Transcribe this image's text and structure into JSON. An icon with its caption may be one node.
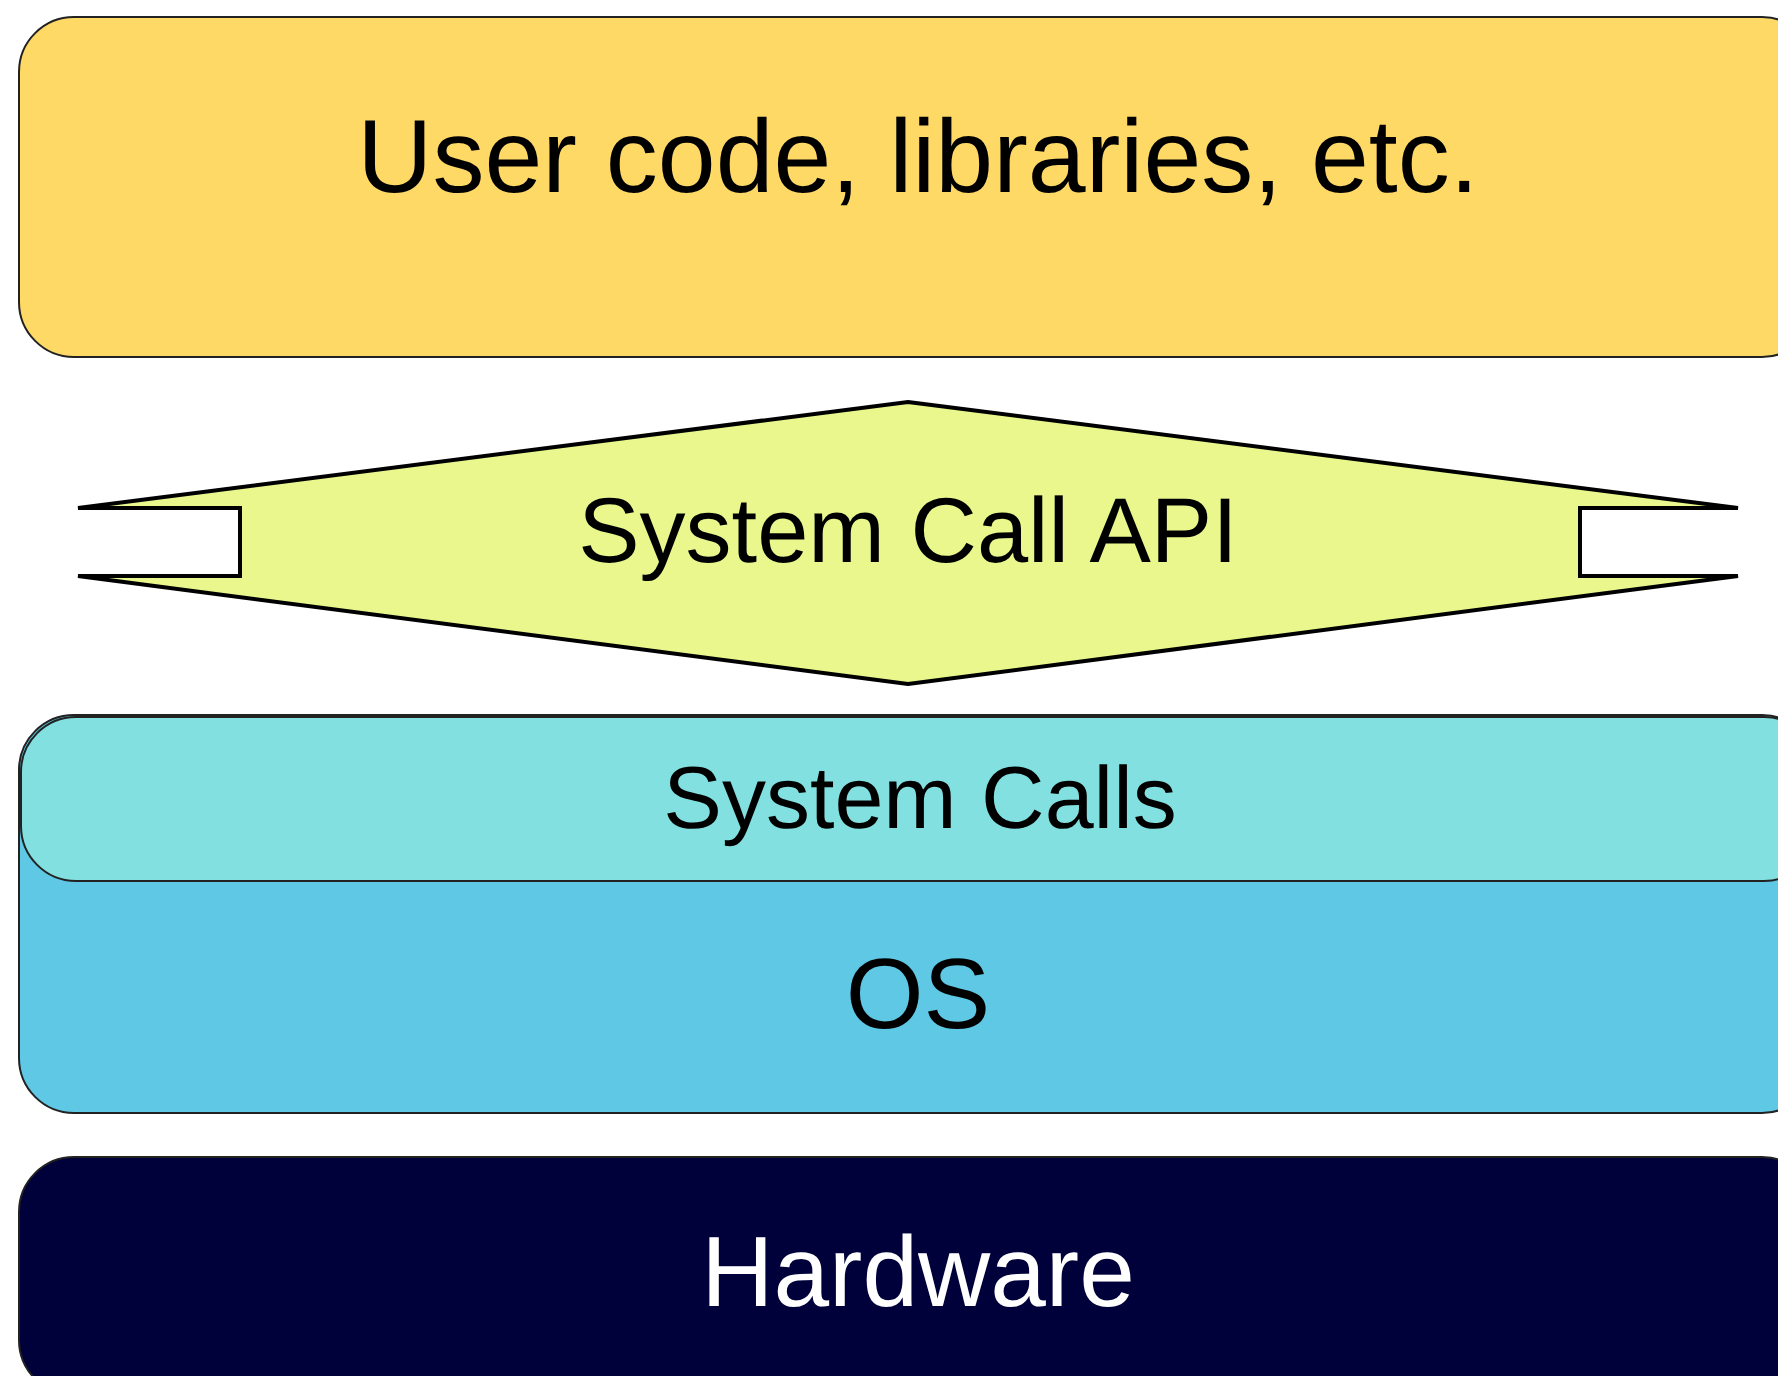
{
  "diagram": {
    "nodes": [
      {
        "text": [
          "User code, libraries, etc."
        ]
      },
      {
        "text": [
          "System Call API"
        ]
      },
      {
        "text": [
          "OS"
        ]
      },
      {
        "text": [
          "System Calls"
        ],
        "in": 2
      },
      {
        "text": [
          "Hardware"
        ]
      }
    ]
  }
}
